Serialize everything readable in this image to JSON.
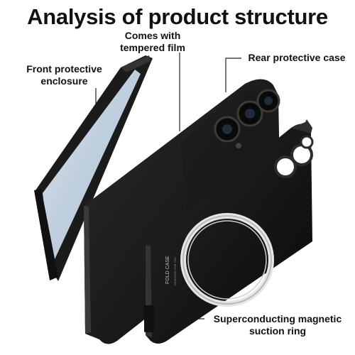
{
  "title": "Analysis of product structure",
  "labels": {
    "film": [
      "Comes with",
      "tempered film"
    ],
    "front": [
      "Front protective",
      "enclosure"
    ],
    "rear": "Rear protective case",
    "ring": [
      "Superconducting magnetic",
      "suction ring"
    ]
  },
  "case_print": {
    "line1": "FOLD CASE",
    "line2": "DESIGNED FOR YOU"
  },
  "colors": {
    "case": "#141414",
    "case_edge": "#2a2a2a",
    "film": "#dfeaf5",
    "ring": "#d6d6d6"
  }
}
